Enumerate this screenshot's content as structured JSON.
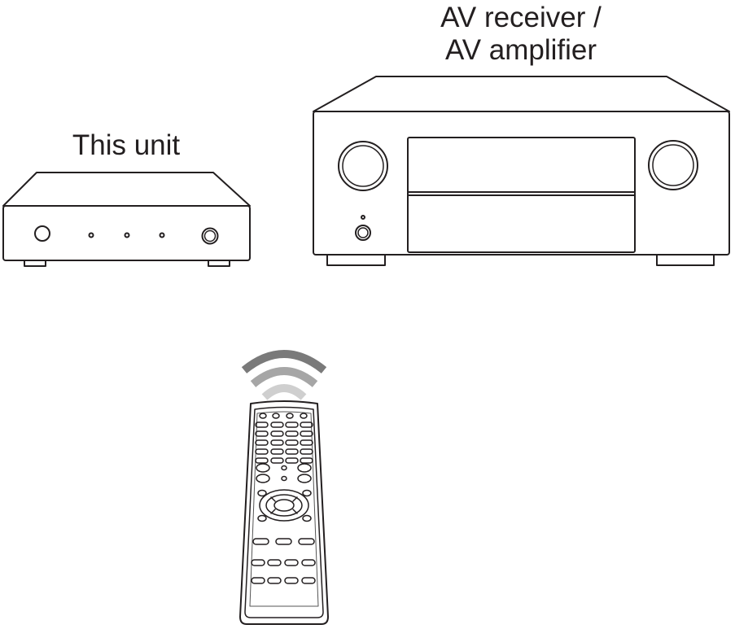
{
  "labels": {
    "this_unit": "This unit",
    "av_line1": "AV receiver /",
    "av_line2": "AV amplifier"
  },
  "colors": {
    "line": "#231f20",
    "signal_dark": "#7a7a7a",
    "signal_mid": "#a6a6a6",
    "signal_light": "#cfcfcf"
  }
}
